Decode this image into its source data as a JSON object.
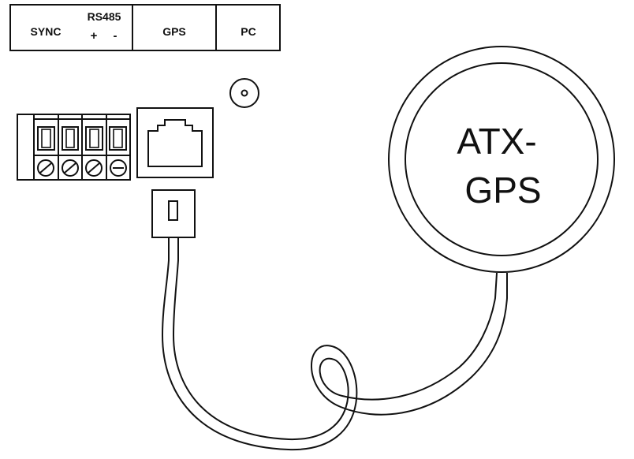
{
  "label_bar": {
    "sync": "SYNC",
    "rs485": "RS485",
    "plus": "+",
    "minus": "-",
    "gps": "GPS",
    "pc": "PC"
  },
  "antenna": {
    "line1": "ATX-",
    "line2": "GPS"
  }
}
